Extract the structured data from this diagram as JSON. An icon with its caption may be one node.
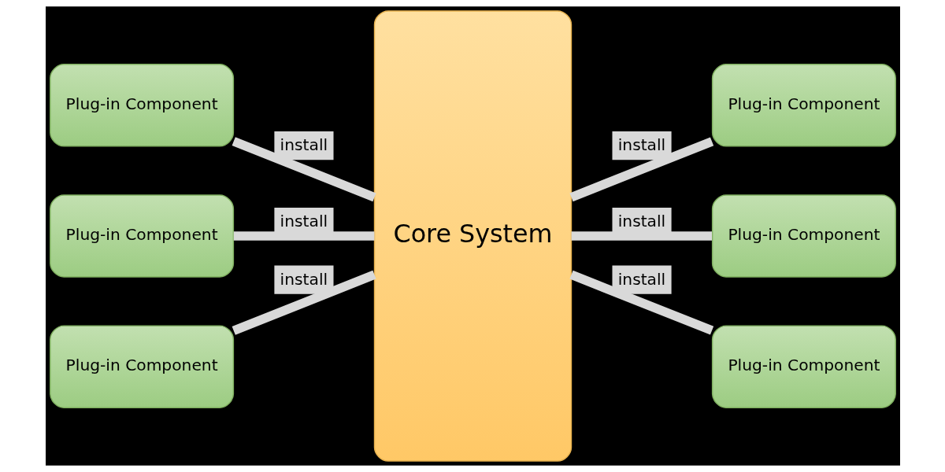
{
  "diagram": {
    "nodes": [
      {
        "text": [
          "Plug-in Component"
        ]
      },
      {
        "text": [
          "Core System"
        ]
      },
      {
        "text": [
          "Plug-in Component"
        ]
      },
      {
        "text": [
          "Plug-in Component"
        ]
      },
      {
        "text": [
          "Plug-in Component"
        ]
      },
      {
        "text": [
          "Plug-in Component"
        ]
      },
      {
        "text": [
          "Plug-in Component"
        ]
      }
    ],
    "edges": [
      {
        "from": 0,
        "to": 1,
        "arrow": "none",
        "label": "install"
      },
      {
        "from": 1,
        "to": 2,
        "arrow": "none",
        "label": "install"
      },
      {
        "from": 3,
        "to": 1,
        "arrow": "none",
        "label": "install"
      },
      {
        "from": 1,
        "to": 4,
        "arrow": "none",
        "label": "install"
      },
      {
        "from": 5,
        "to": 1,
        "arrow": "none",
        "label": "install"
      },
      {
        "from": 1,
        "to": 6,
        "arrow": "none",
        "label": "install"
      }
    ]
  }
}
